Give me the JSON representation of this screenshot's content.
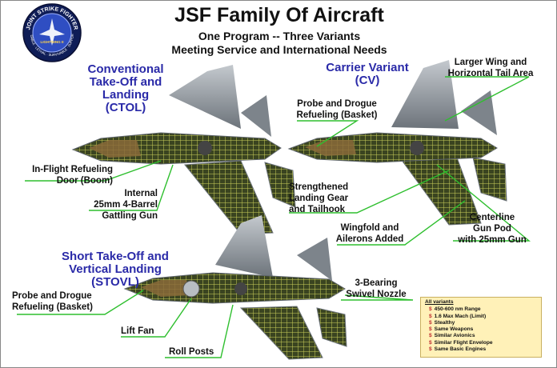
{
  "header": {
    "title": "JSF Family Of Aircraft",
    "subtitle1": "One Program -- Three Variants",
    "subtitle2": "Meeting Service and International Needs"
  },
  "seal": {
    "ring_text": "JOINT STRIKE FIGHTER",
    "center_text": "LIGHTNING II",
    "bottom_text": "AFFORDABLE · LETHAL · SURVIVABLE · SUPPORTABLE"
  },
  "variants": {
    "ctol": {
      "line1": "Conventional",
      "line2": "Take-Off and",
      "line3": "Landing",
      "line4": "(CTOL)"
    },
    "cv": {
      "line1": "Carrier Variant",
      "line2": "(CV)"
    },
    "stovl": {
      "line1": "Short Take-Off and",
      "line2": "Vertical Landing",
      "line3": "(STOVL)"
    }
  },
  "callouts": {
    "refuel_boom": [
      "In-Flight Refueling",
      "Door (Boom)"
    ],
    "internal_gun": [
      "Internal",
      "25mm 4-Barrel",
      "Gattling Gun"
    ],
    "probe_cv": [
      "Probe and Drogue",
      "Refueling (Basket)"
    ],
    "larger_wing": [
      "Larger Wing and",
      "Horizontal Tail Area"
    ],
    "landing_gear": [
      "Strengthened",
      "Landing Gear",
      "and Tailhook"
    ],
    "wingfold": [
      "Wingfold and",
      "Ailerons Added"
    ],
    "gun_pod": [
      "Centerline",
      "Gun Pod",
      "with 25mm Gun"
    ],
    "probe_stovl": [
      "Probe and Drogue",
      "Refueling (Basket)"
    ],
    "swivel": [
      "3-Bearing",
      "Swivel Nozzle"
    ],
    "lift_fan": "Lift Fan",
    "roll_posts": "Roll Posts"
  },
  "legend": {
    "header": "All variants",
    "items": [
      "450-600 nm Range",
      "1.6 Max Mach (Limit)",
      "Stealthy",
      "Same Weapons",
      "Similar Avionics",
      "Similar Flight Envelope",
      "Same Basic Engines"
    ]
  },
  "colors": {
    "title_text": "#111111",
    "variant_label": "#2a2aa8",
    "callout_line": "#2fbf2f",
    "airframe": "#9aa0a6",
    "internal_grid": "#c9cf5a",
    "legend_bg": "#fff1b8",
    "bullet": "#c03030"
  }
}
